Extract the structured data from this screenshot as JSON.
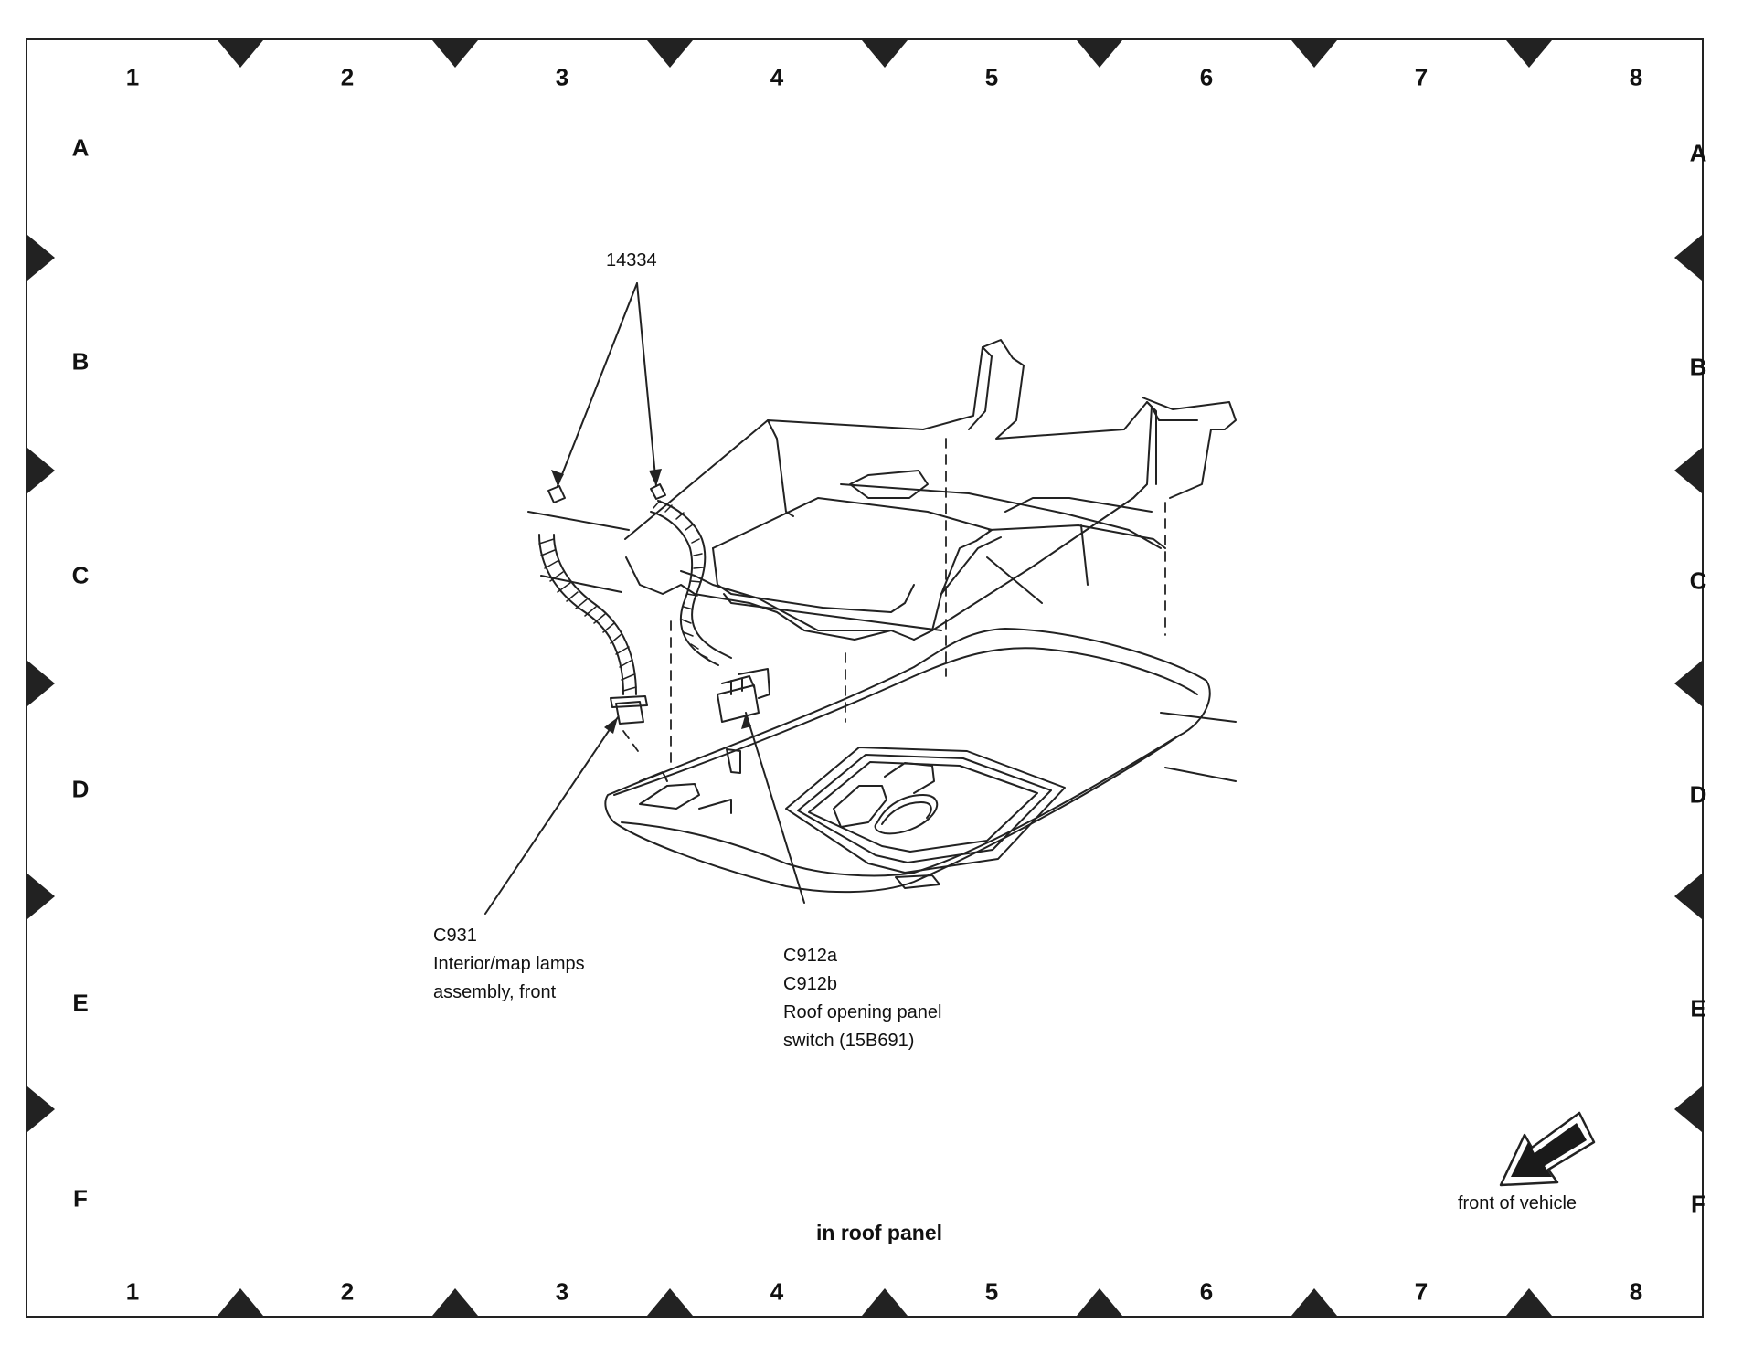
{
  "grid": {
    "columns": [
      "1",
      "2",
      "3",
      "4",
      "5",
      "6",
      "7",
      "8"
    ],
    "rows": [
      "A",
      "B",
      "C",
      "D",
      "E",
      "F"
    ]
  },
  "callouts": {
    "harness": {
      "label": "14334"
    },
    "c931": {
      "lines": [
        "C931",
        "Interior/map lamps",
        "assembly, front"
      ]
    },
    "c912": {
      "lines": [
        "C912a",
        "C912b",
        "Roof opening panel",
        "switch (15B691)"
      ]
    }
  },
  "caption": "in roof panel",
  "orientation": {
    "label": "front of vehicle",
    "icon": "direction-arrow-icon"
  }
}
